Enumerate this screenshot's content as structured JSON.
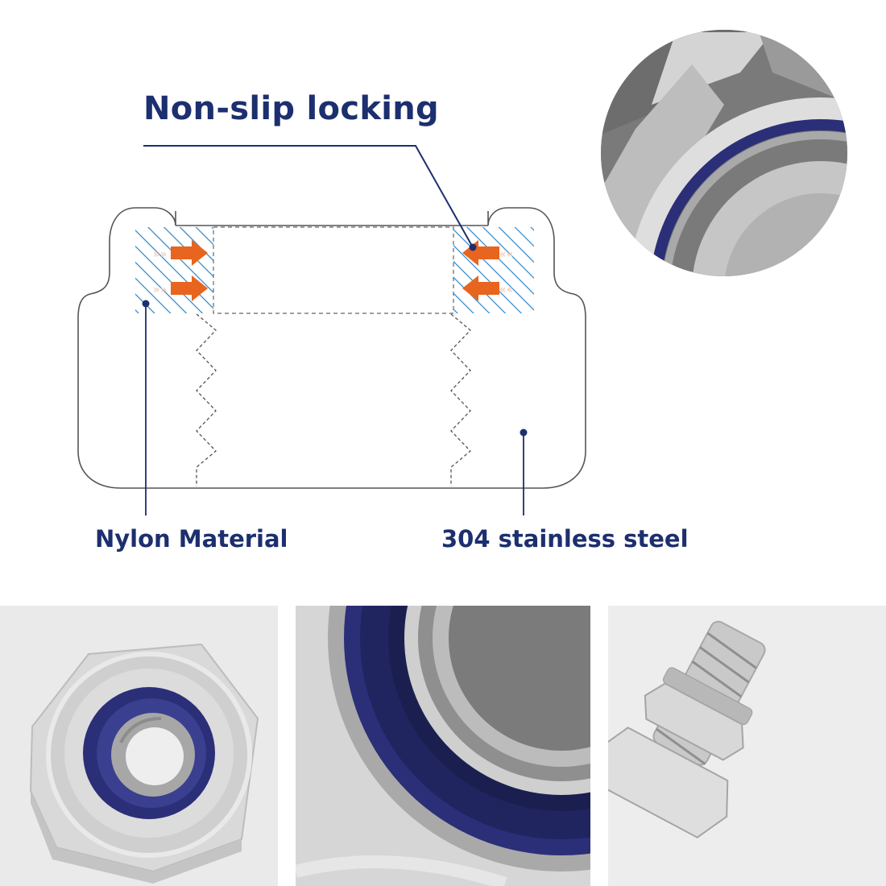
{
  "diagram": {
    "title": "Non-slip locking",
    "callout_left": "Nylon Material",
    "callout_right": "304 stainless steel"
  },
  "colors": {
    "navy": "#1c2f6e",
    "hatch_blue": "#2a86c8",
    "arrow_orange": "#e8651f",
    "nylon_blue": "#2b2f78",
    "steel": "#c9c9c9",
    "outline": "#555555"
  },
  "photos": [
    {
      "name": "nut-closeup-circle",
      "subject": "nylon insert lock nut edge"
    },
    {
      "name": "nut-front-view",
      "subject": "hex nylon lock nut"
    },
    {
      "name": "nylon-ring-closeup",
      "subject": "blue nylon ring macro"
    },
    {
      "name": "bolt-and-nut",
      "subject": "hex bolt with washer and nut"
    }
  ]
}
